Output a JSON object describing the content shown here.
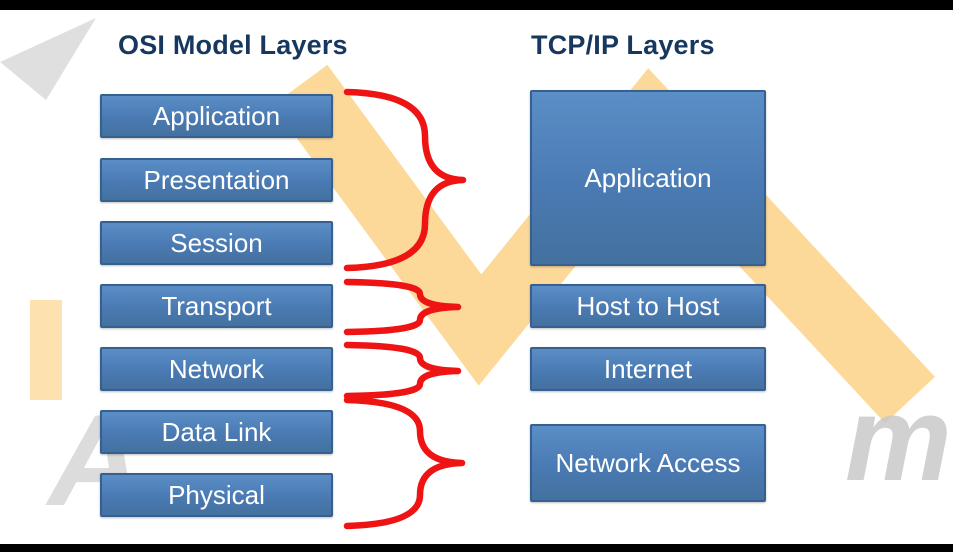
{
  "headers": {
    "osi": "OSI Model Layers",
    "tcpip": "TCP/IP Layers"
  },
  "osi_layers": [
    "Application",
    "Presentation",
    "Session",
    "Transport",
    "Network",
    "Data Link",
    "Physical"
  ],
  "tcpip_layers": [
    "Application",
    "Host to Host",
    "Internet",
    "Network Access"
  ],
  "mappings": [
    {
      "osi": [
        "Application",
        "Presentation",
        "Session"
      ],
      "tcpip": "Application"
    },
    {
      "osi": [
        "Transport"
      ],
      "tcpip": "Host to Host"
    },
    {
      "osi": [
        "Network"
      ],
      "tcpip": "Internet"
    },
    {
      "osi": [
        "Data Link",
        "Physical"
      ],
      "tcpip": "Network Access"
    }
  ],
  "colors": {
    "box_fill": "#4a7ab3",
    "box_border": "#35608f",
    "box_text": "#ffffff",
    "header_text": "#17375e",
    "brace": "#ee1414",
    "watermark_orange": "#f8ab1c",
    "watermark_gray": "#cfcfcf"
  }
}
